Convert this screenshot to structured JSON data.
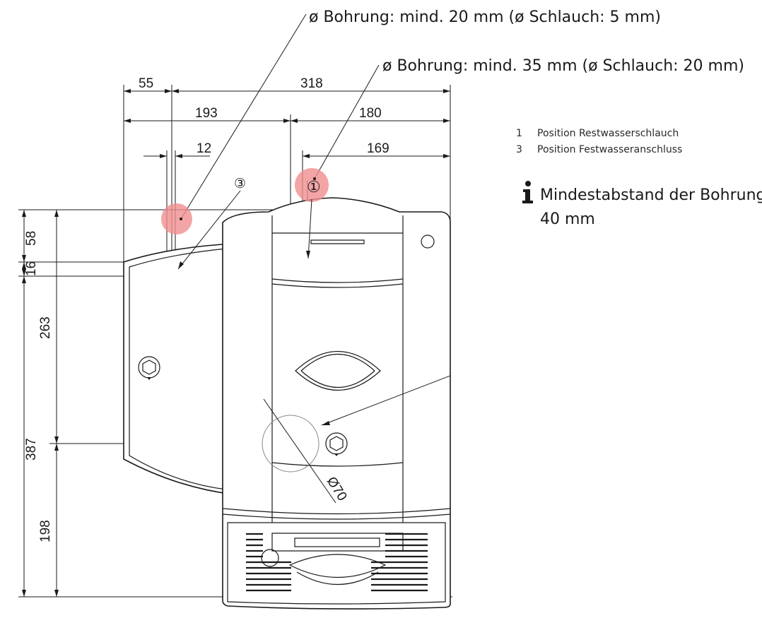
{
  "notes": {
    "hole_small": "ø Bohrung: mind. 20 mm (ø Schlauch: 5 mm)",
    "hole_large": "ø Bohrung: mind. 35 mm (ø Schlauch: 20 mm)"
  },
  "dimensions": {
    "top_55": "55",
    "top_318": "318",
    "mid_193": "193",
    "mid_180": "180",
    "low_12": "12",
    "low_169": "169",
    "left_58": "58",
    "left_16": "16",
    "left_263": "263",
    "left_387": "387",
    "left_198": "198",
    "diameter_70": "Ø70"
  },
  "markers": {
    "one": "①",
    "three": "③"
  },
  "legend": [
    {
      "number": "1",
      "text": "Position Restwasserschlauch"
    },
    {
      "number": "3",
      "text": "Position Festwasseranschluss"
    }
  ],
  "info": {
    "icon": "info-icon",
    "line1": "Mindestabstand der Bohrungen:",
    "line2": "40 mm"
  },
  "colors": {
    "highlight": "#f08d8d",
    "line": "#1a1a1a"
  }
}
